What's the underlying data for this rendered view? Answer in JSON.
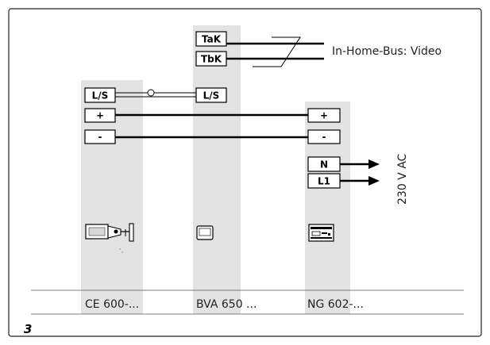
{
  "figure_number": "3",
  "devices": [
    {
      "id": "ce",
      "label": "CE 600-...",
      "icon": "camera-icon"
    },
    {
      "id": "bva",
      "label": "BVA 650 ...",
      "icon": "video-monitor-icon"
    },
    {
      "id": "ng",
      "label": "NG 602-...",
      "icon": "power-supply-icon"
    }
  ],
  "terminals": {
    "ce": [
      "L/S",
      "+",
      "-"
    ],
    "bva": [
      "TaK",
      "TbK",
      "L/S"
    ],
    "ng": [
      "+",
      "-",
      "N",
      "L1"
    ]
  },
  "bus_label": "In-Home-Bus: Video",
  "mains_label": "230 V AC",
  "colors": {
    "column": "#e3e3e3",
    "line": "#000000",
    "frame": "#222222"
  }
}
